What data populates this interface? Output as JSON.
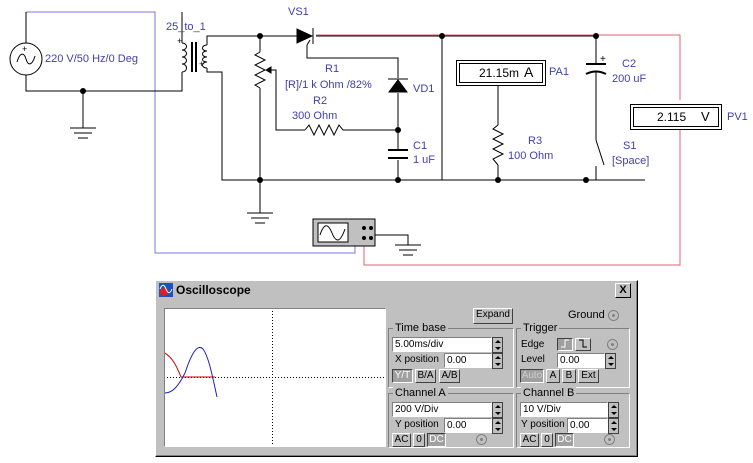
{
  "schematic": {
    "source_label": "220 V/50 Hz/0 Deg",
    "transformer_label": "25_to_1",
    "thyristor_label": "VS1",
    "r1_label": "R1",
    "r1_value": "[R]/1 k Ohm /82%",
    "r2_label": "R2",
    "r2_value": "300  Ohm",
    "diode_label": "VD1",
    "c1_label": "C1",
    "c1_value": "1 uF",
    "ammeter_label": "PA1",
    "ammeter_value": "21.15m",
    "ammeter_unit": "A",
    "r3_label": "R3",
    "r3_value": "100  Ohm",
    "c2_label": "C2",
    "c2_value": "200 uF",
    "switch_label": "S1",
    "switch_key": "[Space]",
    "voltmeter_label": "PV1",
    "voltmeter_value": "2.115",
    "voltmeter_unit": "V"
  },
  "oscilloscope": {
    "title": "Oscilloscope",
    "close_glyph": "X",
    "expand_label": "Expand",
    "ground_label": "Ground",
    "timebase": {
      "title": "Time base",
      "value": "5.00ms/div",
      "xpos_label": "X position",
      "xpos_value": "0.00",
      "modes": [
        "Y/T",
        "B/A",
        "A/B"
      ]
    },
    "trigger": {
      "title": "Trigger",
      "edge_label": "Edge",
      "level_label": "Level",
      "level_value": "0.00",
      "modes": [
        "Auto",
        "A",
        "B",
        "Ext"
      ]
    },
    "channel_a": {
      "title": "Channel A",
      "value": "200  V/Div",
      "ypos_label": "Y position",
      "ypos_value": "0.00",
      "coupling": [
        "AC",
        "0",
        "DC"
      ]
    },
    "channel_b": {
      "title": "Channel B",
      "value": "10  V/Div",
      "ypos_label": "Y position",
      "ypos_value": "0.00",
      "coupling": [
        "AC",
        "0",
        "DC"
      ]
    },
    "colors": {
      "channel_a": "#d00000",
      "channel_b": "#2020c0"
    }
  }
}
